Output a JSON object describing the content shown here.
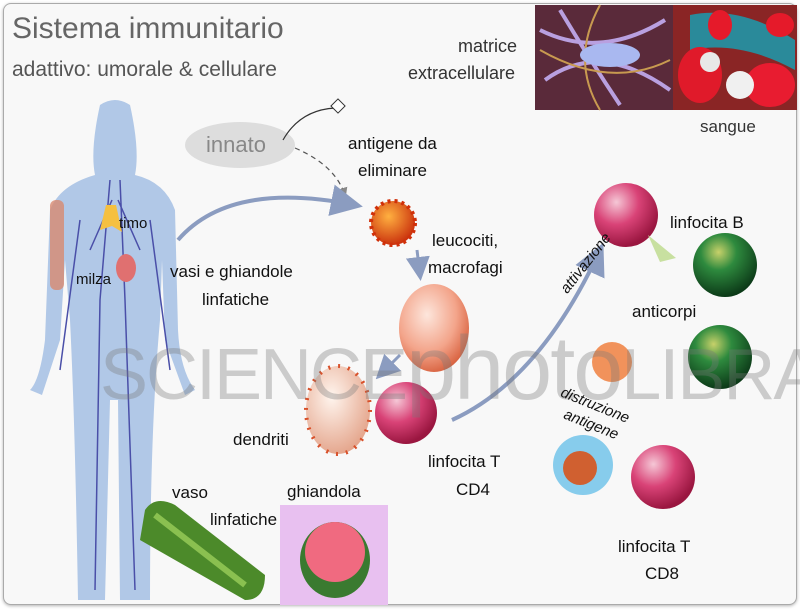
{
  "title": "Sistema immunitario",
  "subtitle": "adattivo: umorale & cellulare",
  "labels": {
    "matrice_1": "matrice",
    "matrice_2": "extracellulare",
    "sangue": "sangue",
    "innato": "innato",
    "antigene_1": "antigene da",
    "antigene_2": "eliminare",
    "timo": "timo",
    "milza": "milza",
    "vasi_1": "vasi e ghiandole",
    "vasi_2": "linfatiche",
    "leucociti_1": "leucociti,",
    "leucociti_2": "macrofagi",
    "linfocita_b": "linfocita B",
    "attivazione": "attivazione",
    "anticorpi": "anticorpi",
    "distruzione_1": "distruzione",
    "distruzione_2": "antigene",
    "dendriti": "dendriti",
    "cd4_1": "linfocita T",
    "cd4_2": "CD4",
    "vaso": "vaso",
    "linfatiche": "linfatiche",
    "ghiandola": "ghiandola",
    "cd8_1": "linfocita T",
    "cd8_2": "CD8"
  },
  "watermark": {
    "a": "SCIENCE",
    "b": "photo",
    "c": "LIBRARY"
  }
}
